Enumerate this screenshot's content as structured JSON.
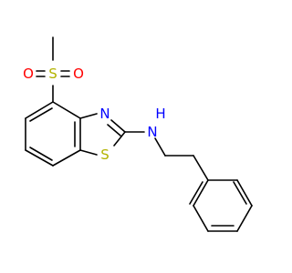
{
  "molecule": {
    "atoms": {
      "o_top": "O",
      "s_sulfonyl": "S",
      "o_bottom": "O",
      "n_ring": "N",
      "s_ring": "S",
      "nh_amine": "N",
      "h_amine": "H"
    },
    "colors": {
      "bond": "#000000",
      "oxygen": "#ff0000",
      "nitrogen": "#0000ff",
      "sulfur": "#b3b300"
    }
  }
}
